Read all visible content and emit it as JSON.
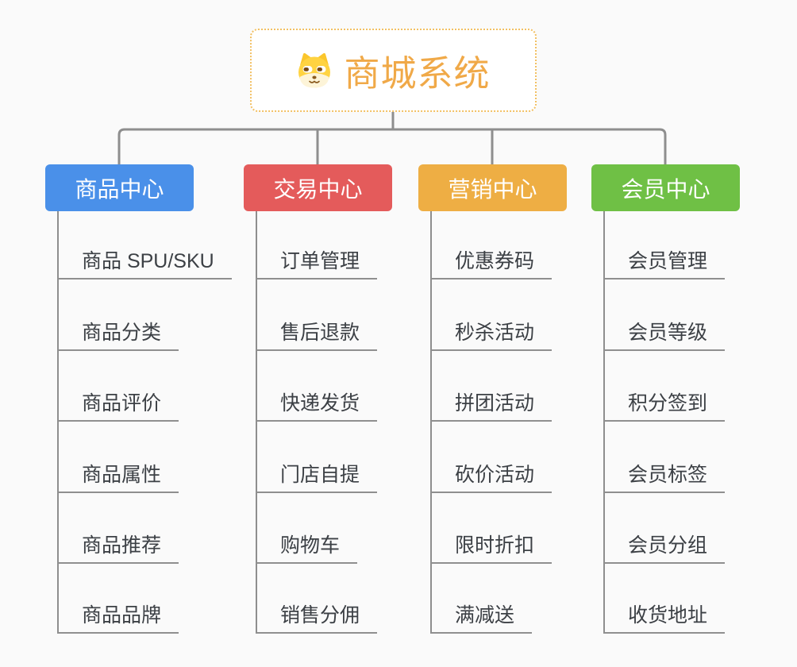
{
  "root": {
    "title": "商城系统",
    "icon": "dog-face",
    "title_color": "#f0a948",
    "border_color": "#f2c063"
  },
  "connector_color": "#8e8e8e",
  "branches": [
    {
      "label": "商品中心",
      "color": "#4a90e9",
      "items": [
        "商品 SPU/SKU",
        "商品分类",
        "商品评价",
        "商品属性",
        "商品推荐",
        "商品品牌"
      ]
    },
    {
      "label": "交易中心",
      "color": "#e45b5b",
      "items": [
        "订单管理",
        "售后退款",
        "快递发货",
        "门店自提",
        "购物车",
        "销售分佣"
      ]
    },
    {
      "label": "营销中心",
      "color": "#eeae44",
      "items": [
        "优惠券码",
        "秒杀活动",
        "拼团活动",
        "砍价活动",
        "限时折扣",
        "满减送"
      ]
    },
    {
      "label": "会员中心",
      "color": "#6fc045",
      "items": [
        "会员管理",
        "会员等级",
        "积分签到",
        "会员标签",
        "会员分组",
        "收货地址"
      ]
    }
  ]
}
